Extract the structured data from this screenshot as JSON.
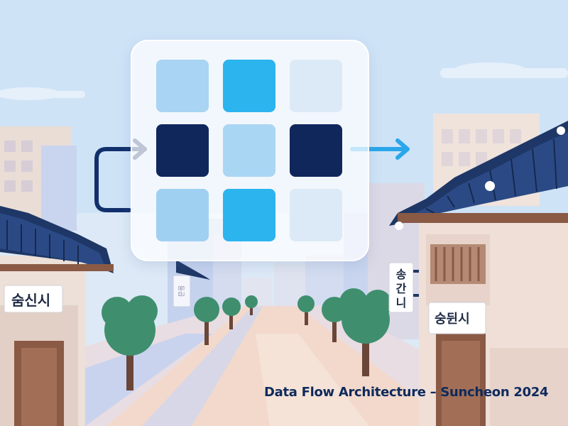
{
  "caption": "Data Flow Architecture – Suncheon 2024",
  "signs": {
    "left_shop": "숨신시",
    "right_shop": "숭뒨시",
    "vertical_right": [
      "송",
      "간",
      "니"
    ],
    "vertical_left_small": "들곱"
  },
  "grid": {
    "rows": 3,
    "cols": 3,
    "cells": [
      {
        "color": "#a9d4f3"
      },
      {
        "color": "#2bb4ee"
      },
      {
        "color": "#dce9f6"
      },
      {
        "color": "#10275c"
      },
      {
        "color": "#a9d6f3"
      },
      {
        "color": "#10275c"
      },
      {
        "color": "#9fd0f1"
      },
      {
        "color": "#2bb4ee"
      },
      {
        "color": "#dce9f6"
      }
    ]
  },
  "colors": {
    "sky": "#cfe3f7",
    "roof": "#1e3766",
    "road": "#f2d9cc",
    "tree": "#3f8f6f",
    "arrow_in": "#12306b",
    "arrow_out": "#2aa7ea"
  }
}
